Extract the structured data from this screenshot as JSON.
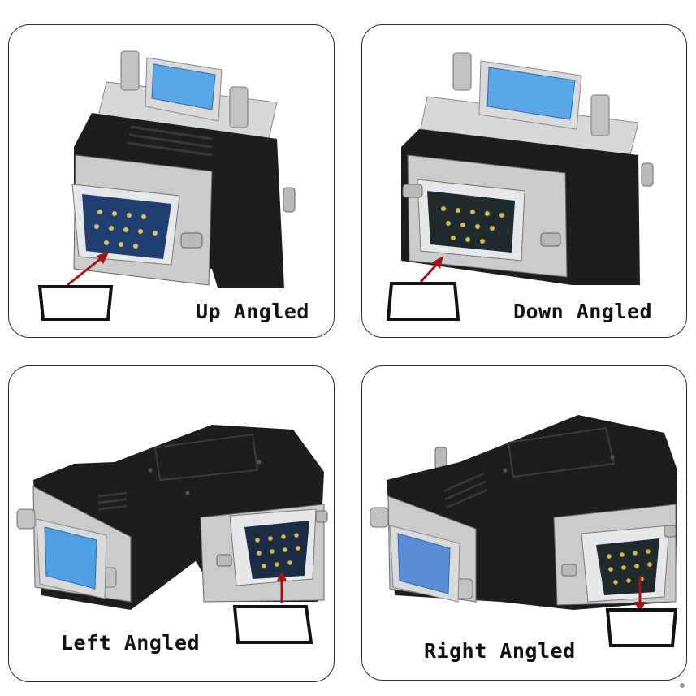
{
  "panels": [
    {
      "id": "up",
      "caption": "Up Angled"
    },
    {
      "id": "down",
      "caption": "Down Angled"
    },
    {
      "id": "left",
      "caption": "Left Angled"
    },
    {
      "id": "right",
      "caption": "Right Angled"
    }
  ],
  "colors": {
    "adapter_body": "#1d1d1f",
    "metal": "#c9cbcd",
    "vga_female": "#4f9fe3",
    "vga_male": "#1f3f73",
    "arrow": "#a51414"
  }
}
